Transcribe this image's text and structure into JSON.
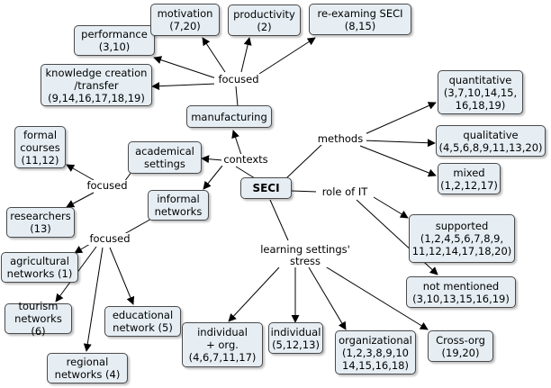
{
  "root": "SECI",
  "link_labels": {
    "contexts": "contexts",
    "methods": "methods",
    "role_of_it": "role of IT",
    "learning": "learning settings'\nstress",
    "focused_manufacturing": "focused",
    "focused_academical": "focused",
    "focused_informal": "focused"
  },
  "nodes": {
    "manufacturing": "manufacturing",
    "academical": "academical\nsettings",
    "informal": "informal\nnetworks",
    "performance": "performance\n(3,10)",
    "motivation": "motivation\n(7,20)",
    "productivity": "productivity\n(2)",
    "reexaming": "re-examing SECI\n(8,15)",
    "knowledge": "knowledge creation\n/transfer\n(9,14,16,17,18,19)",
    "formal": "formal\ncourses\n(11,12)",
    "researchers": "researchers\n(13)",
    "agricultural": "agricultural\nnetworks (1)",
    "tourism": "tourism\nnetworks (6)",
    "regional": "regional\nnetworks (4)",
    "educational": "educational\nnetwork (5)",
    "quantitative": "quantitative\n(3,7,10,14,15,\n16,18,19)",
    "qualitative": "qualitative\n(4,5,6,8,9,11,13,20)",
    "mixed": "mixed\n(1,2,12,17)",
    "supported": "supported\n(1,2,4,5,6,7,8,9,\n11,12,14,17,18,20)",
    "notmentioned": "not mentioned\n(3,10,13,15,16,19)",
    "indivorg": "individual\n+ org.\n(4,6,7,11,17)",
    "individual": "individual\n(5,12,13)",
    "organizational": "organizational\n(1,2,3,8,9,10\n14,15,16,18)",
    "crossorg": "Cross-org\n(19,20)"
  }
}
